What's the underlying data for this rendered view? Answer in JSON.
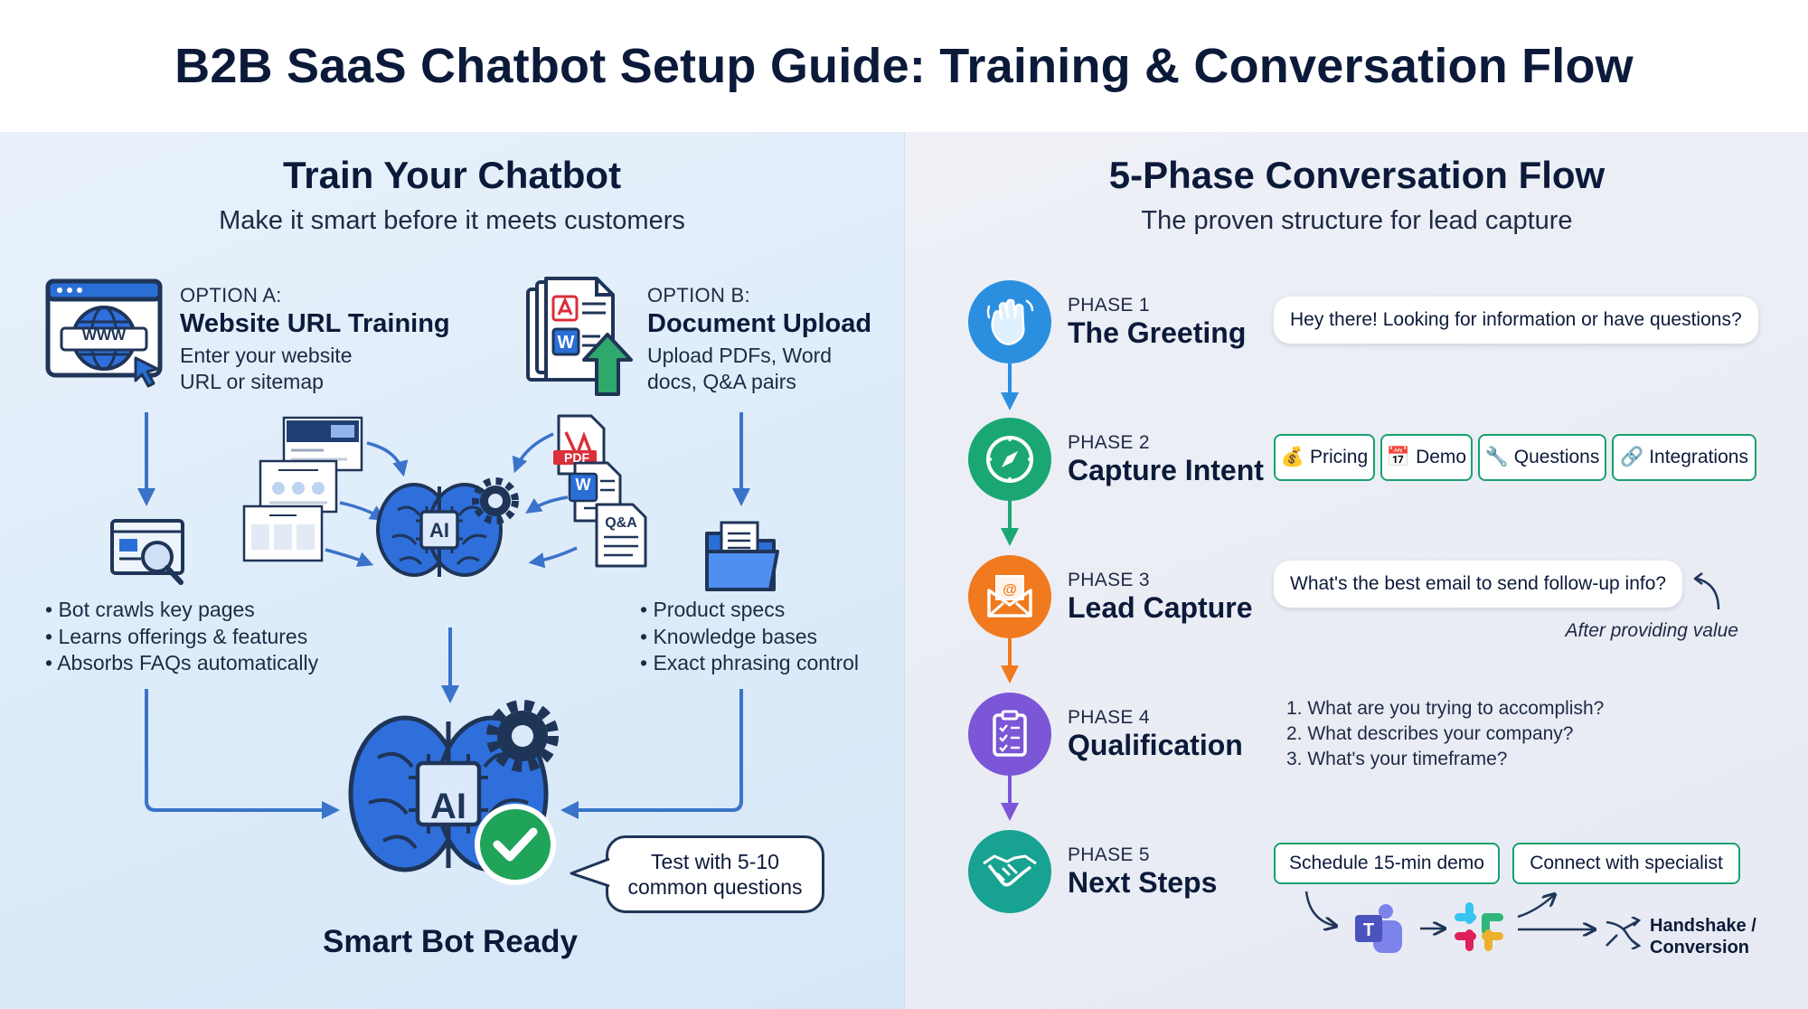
{
  "title": "B2B SaaS Chatbot Setup Guide: Training & Conversation Flow",
  "left": {
    "heading": "Train Your Chatbot",
    "subheading": "Make it smart before it meets customers",
    "option_a": {
      "tag": "OPTION A:",
      "name": "Website URL Training",
      "desc_line1": "Enter your website",
      "desc_line2": "URL or sitemap",
      "icon_text": "WWW",
      "bullets": [
        "Bot crawls key pages",
        "Learns offerings & features",
        "Absorbs FAQs automatically"
      ]
    },
    "option_b": {
      "tag": "OPTION B:",
      "name": "Document Upload",
      "desc_line1": "Upload PDFs, Word",
      "desc_line2": "docs, Q&A pairs",
      "bullets": [
        "Product specs",
        "Knowledge bases",
        "Exact phrasing control"
      ]
    },
    "brain_label": "AI",
    "doc_labels": {
      "pdf": "PDF",
      "word": "W",
      "qa": "Q&A"
    },
    "ready_label": "Smart Bot Ready",
    "test_bubble_line1": "Test with 5-10",
    "test_bubble_line2": "common questions"
  },
  "right": {
    "heading": "5-Phase Conversation Flow",
    "subheading": "The proven structure for lead capture",
    "phases": [
      {
        "tag": "PHASE 1",
        "name": "The Greeting",
        "color": "#2b8fe0",
        "icon": "waving-hand-icon"
      },
      {
        "tag": "PHASE 2",
        "name": "Capture Intent",
        "color": "#1aa774",
        "icon": "compass-icon"
      },
      {
        "tag": "PHASE 3",
        "name": "Lead Capture",
        "color": "#f07a1d",
        "icon": "envelope-icon"
      },
      {
        "tag": "PHASE 4",
        "name": "Qualification",
        "color": "#7b56d6",
        "icon": "clipboard-checklist-icon"
      },
      {
        "tag": "PHASE 5",
        "name": "Next Steps",
        "color": "#17a291",
        "icon": "handshake-icon"
      }
    ],
    "greeting_message": "Hey there! Looking for information or have questions?",
    "intent_chips": [
      {
        "emoji": "💰",
        "label": "Pricing"
      },
      {
        "emoji": "📅",
        "label": "Demo"
      },
      {
        "emoji": "🔧",
        "label": "Questions"
      },
      {
        "emoji": "🔗",
        "label": "Integrations"
      }
    ],
    "lead_message": "What's the best email to send follow-up info?",
    "lead_note": "After providing value",
    "qualification_questions": [
      "1. What are you trying to accomplish?",
      "2. What describes your company?",
      "3. What's your timeframe?"
    ],
    "next_step_buttons": [
      "Schedule 15-min demo",
      "Connect with specialist"
    ],
    "handoff_line1": "Handshake /",
    "handoff_line2": "Conversion"
  }
}
